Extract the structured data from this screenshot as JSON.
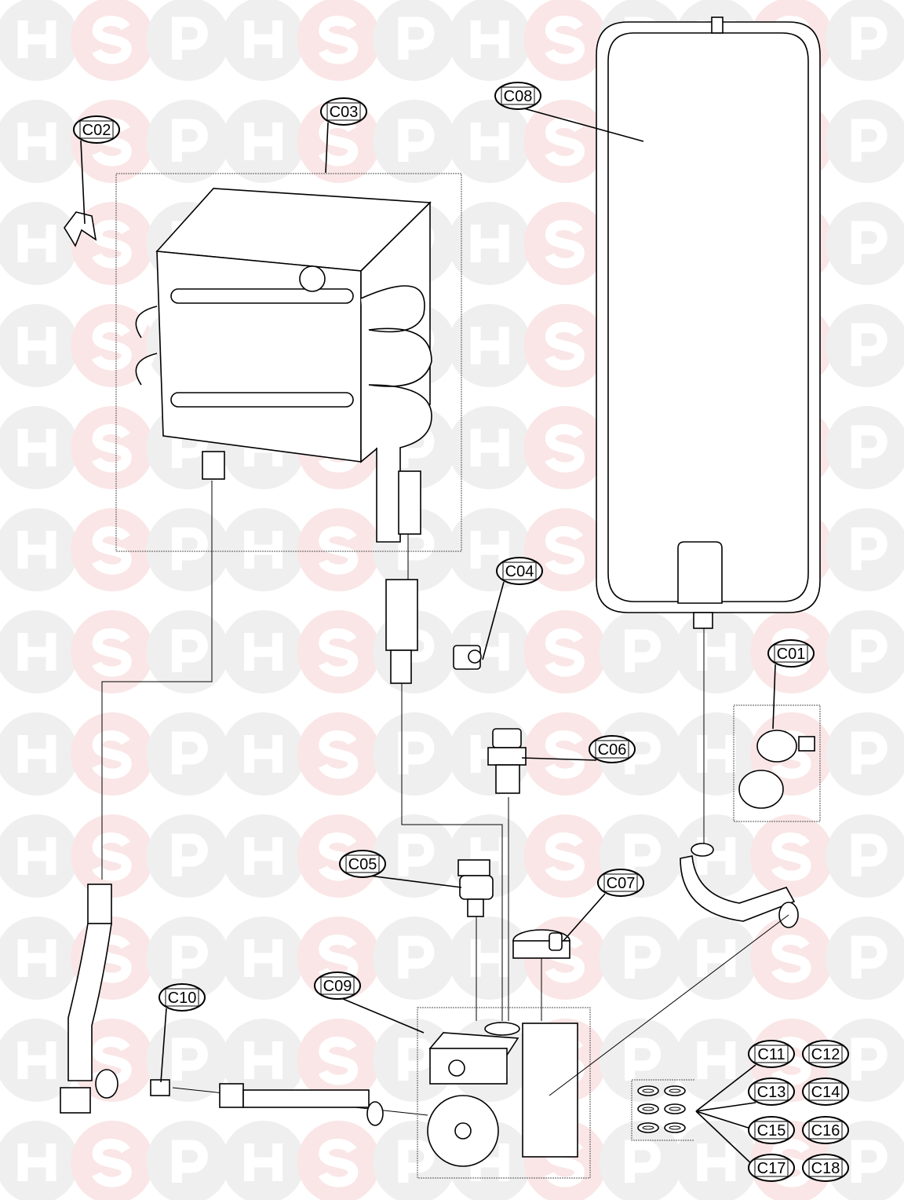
{
  "watermark": {
    "letters": [
      "H",
      "S",
      "P"
    ],
    "colors": {
      "grey": "#efefef",
      "pink": "#fae6e6"
    }
  },
  "labels": {
    "C01": "C01",
    "C02": "C02",
    "C03": "C03",
    "C04": "C04",
    "C05": "C05",
    "C06": "C06",
    "C07": "C07",
    "C08": "C08",
    "C09": "C09",
    "C10": "C10",
    "C11": "C11",
    "C12": "C12",
    "C13": "C13",
    "C14": "C14",
    "C15": "C15",
    "C16": "C16",
    "C17": "C17",
    "C18": "C18"
  }
}
